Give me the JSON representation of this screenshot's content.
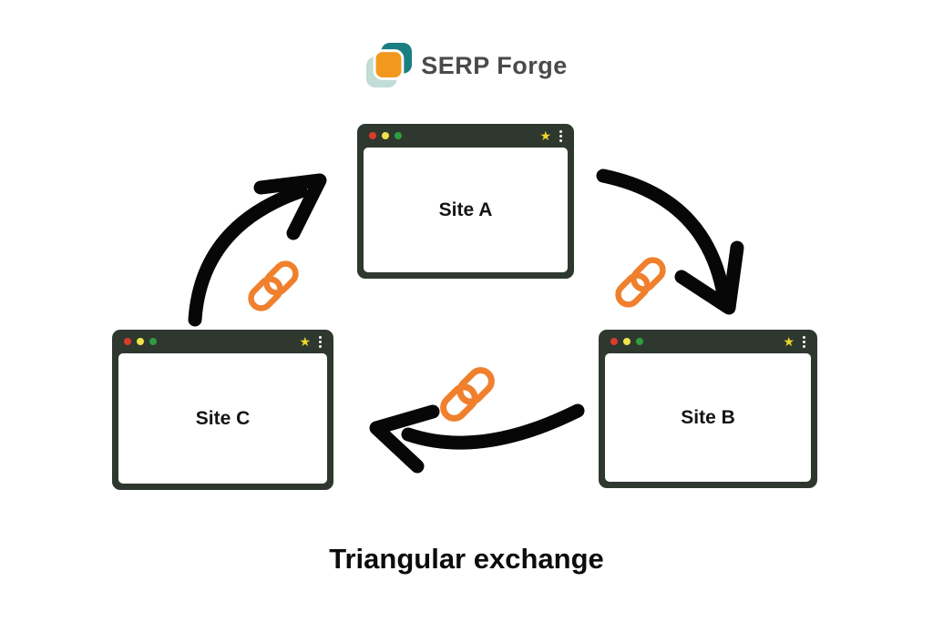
{
  "logo": {
    "brand": "SERP Forge",
    "icon": "serp-forge-logo-icon"
  },
  "caption": "Triangular exchange",
  "windows": [
    {
      "id": "site-a",
      "label": "Site A",
      "position": "top-center"
    },
    {
      "id": "site-b",
      "label": "Site B",
      "position": "bottom-right"
    },
    {
      "id": "site-c",
      "label": "Site C",
      "position": "bottom-left"
    }
  ],
  "window_chrome": {
    "traffic_lights": [
      "close",
      "minimize",
      "maximize"
    ],
    "star_icon": "★",
    "menu_icon": "kebab-vertical-dots"
  },
  "arrows": [
    {
      "name": "site-c-to-site-a",
      "style": "hand-drawn curved",
      "direction": "up-right"
    },
    {
      "name": "site-a-to-site-b",
      "style": "hand-drawn curved",
      "direction": "down-right"
    },
    {
      "name": "site-b-to-site-c",
      "style": "hand-drawn curved",
      "direction": "left"
    }
  ],
  "link_icons": [
    {
      "name": "link-icon-left",
      "between": [
        "site-c",
        "site-a"
      ]
    },
    {
      "name": "link-icon-right",
      "between": [
        "site-a",
        "site-b"
      ]
    },
    {
      "name": "link-icon-bottom",
      "between": [
        "site-b",
        "site-c"
      ]
    }
  ],
  "colors": {
    "background": "#ffffff",
    "window_frame": "#2f382f",
    "window_body": "#ffffff",
    "dot_red": "#d93b2b",
    "dot_yellow": "#efe24a",
    "dot_green": "#2d9e3f",
    "star_yellow": "#efd52b",
    "link_orange": "#f0802d",
    "arrow_black": "#070707",
    "logo_teal": "#1b7e81",
    "logo_teal_light": "#c2dcd6",
    "logo_orange": "#f2991d",
    "logo_text": "#4a4a4a",
    "label_text": "#141414"
  }
}
